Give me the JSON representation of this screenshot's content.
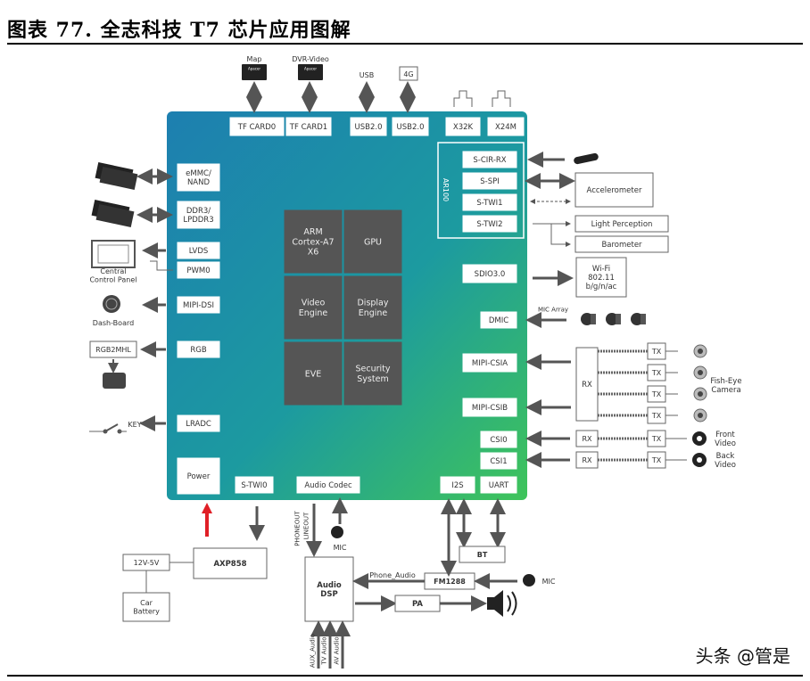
{
  "title": "图表 77. 全志科技 T7 芯片应用图解",
  "watermark": "头条 @管是",
  "top_labels": {
    "map": "Map",
    "dvr": "DVR-Video",
    "usb": "USB",
    "g4": "4G"
  },
  "sd_brand": "Apacer",
  "top_ports": [
    "TF CARD0",
    "TF CARD1",
    "USB2.0",
    "USB2.0",
    "X32K",
    "X24M"
  ],
  "left_ports": [
    "eMMC/\nNAND",
    "DDR3/\nLPDDR3",
    "LVDS",
    "PWM0",
    "MIPI-DSI",
    "RGB",
    "LRADC",
    "Power"
  ],
  "bottom_ports": [
    "S-TWI0",
    "Audio Codec",
    "I2S",
    "UART"
  ],
  "ar100": {
    "label": "AR100",
    "items": [
      "S-CIR-RX",
      "S-SPI",
      "S-TWI1",
      "S-TWI2"
    ]
  },
  "right_ports": [
    "SDIO3.0",
    "DMIC",
    "MIPI-CSIA",
    "MIPI-CSIB",
    "CSI0",
    "CSI1"
  ],
  "core_blocks": [
    "ARM\nCortex-A7\nX6",
    "GPU",
    "Video\nEngine",
    "Display\nEngine",
    "EVE",
    "Security\nSystem"
  ],
  "left_devices": {
    "central": "Central\nControl Panel",
    "dash": "Dash-Board",
    "rgb2mhl": "RGB2MHL",
    "key": "KEY"
  },
  "right_devices": {
    "accel": "Accelerometer",
    "light": "Light Perception",
    "baro": "Barometer",
    "wifi": "Wi-Fi\n802.11\nb/g/n/ac",
    "mic_array": "MIC Array",
    "rx": "RX",
    "tx": "TX",
    "fisheye": "Fish-Eye\nCamera",
    "front": "Front\nVideo",
    "back": "Back\nVideo"
  },
  "bottom_devices": {
    "axp": "AXP858",
    "v": "12V-5V",
    "car": "Car\nBattery",
    "phoneout": "PHONEOUT",
    "lineout": "LINEOUT",
    "mic": "MIC",
    "dsp": "Audio\nDSP",
    "phone_audio": "Phone_Audio",
    "fm": "FM1288",
    "bt": "BT",
    "pa": "PA",
    "aux": "AUX_Audio",
    "tv": "TV Audio",
    "av": "AV Audio"
  },
  "colors": {
    "chip_grad": [
      "#1d8bb3",
      "#3dbd5a"
    ],
    "block": "#555555",
    "arrow": "#555555",
    "red": "#e01f26"
  }
}
